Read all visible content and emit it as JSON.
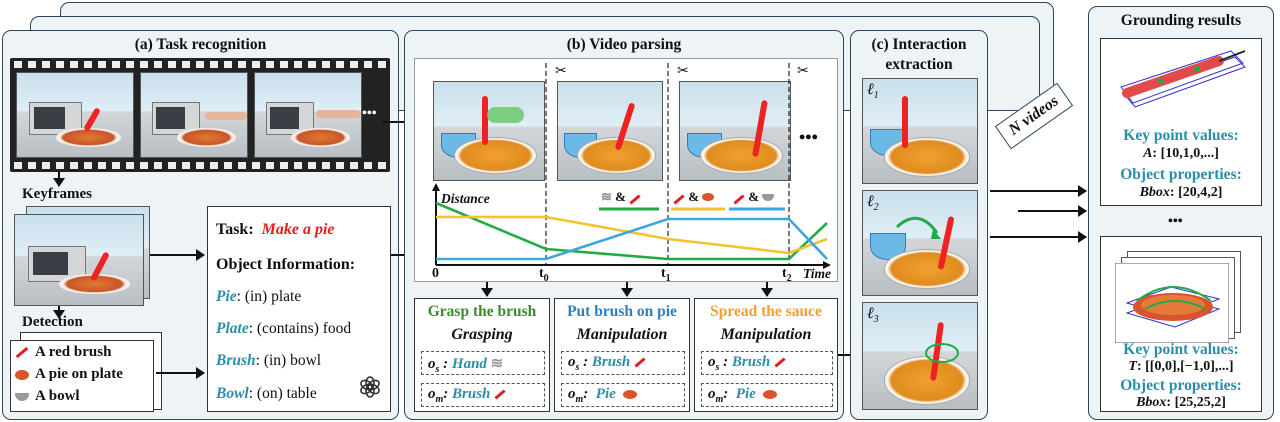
{
  "panels": {
    "task_recognition": {
      "title": "(a) Task recognition"
    },
    "video_parsing": {
      "title": "(b) Video parsing"
    },
    "interaction_extraction": {
      "title_line1": "(c) Interaction",
      "title_line2": "extraction"
    },
    "grounding": {
      "title": "Grounding results"
    }
  },
  "labels": {
    "keyframes": "Keyframes",
    "detection": "Detection",
    "n_videos": "N videos",
    "ellipsis": "•••"
  },
  "detections": [
    {
      "text": "A red brush",
      "icon": "red-brush-icon"
    },
    {
      "text": "A pie on plate",
      "icon": "pie-icon"
    },
    {
      "text": "A bowl",
      "icon": "bowl-icon"
    }
  ],
  "task_box": {
    "task_key": "Task:",
    "task_value": "Make a pie",
    "object_info": "Object Information",
    "objects": [
      {
        "name": "Pie",
        "relation": ": (in) plate"
      },
      {
        "name": "Plate",
        "relation": ": (contains) food"
      },
      {
        "name": "Brush",
        "relation": ": (in) bowl"
      },
      {
        "name": "Bowl",
        "relation": ": (on) table"
      }
    ]
  },
  "timeline": {
    "y_label": "Distance",
    "x_label": "Time",
    "ticks": [
      "0",
      "t",
      "t",
      "t"
    ],
    "tick_subs": [
      "",
      "0",
      "1",
      "2"
    ]
  },
  "steps": [
    {
      "action": "Grasp the brush",
      "type": "Grasping",
      "os_key": "o",
      "os_sub": "s",
      "os_val": "Hand",
      "om_key": "o",
      "om_sub": "m",
      "om_val": "Brush",
      "color": "#3f8a2e"
    },
    {
      "action": "Put brush on pie",
      "type": "Manipulation",
      "os_key": "o",
      "os_sub": "s",
      "os_val": "Brush",
      "om_key": "o",
      "om_sub": "m",
      "om_val": "Pie",
      "color": "#2f7fc0"
    },
    {
      "action": "Spread the sauce",
      "type": "Manipulation",
      "os_key": "o",
      "os_sub": "s",
      "os_val": "Brush",
      "om_key": "o",
      "om_sub": "m",
      "om_val": "Pie",
      "color": "#f0a030"
    }
  ],
  "interactions": [
    "ℓ",
    "ℓ",
    "ℓ"
  ],
  "interaction_subs": [
    "1",
    "2",
    "3"
  ],
  "results": [
    {
      "kp_label": "Key point values:",
      "kp_sym": "A",
      "kp_val": ": [10,1,0,...]",
      "prop_label": "Object properties:",
      "prop_sym": "Bbox",
      "prop_val": ": [20,4,2]"
    },
    {
      "kp_label": "Key point values:",
      "kp_sym": "T",
      "kp_val": ": [[0,0],[−1,0],...]",
      "prop_label": "Object properties:",
      "prop_sym": "Bbox",
      "prop_val": ": [25,25,2]"
    }
  ],
  "colors": {
    "green": "#22aa44",
    "yellow": "#f2c230",
    "blue": "#3aa7e0",
    "teal_text": "#2b8ea8",
    "red": "#e02020",
    "frame_border": "#2c4660"
  }
}
